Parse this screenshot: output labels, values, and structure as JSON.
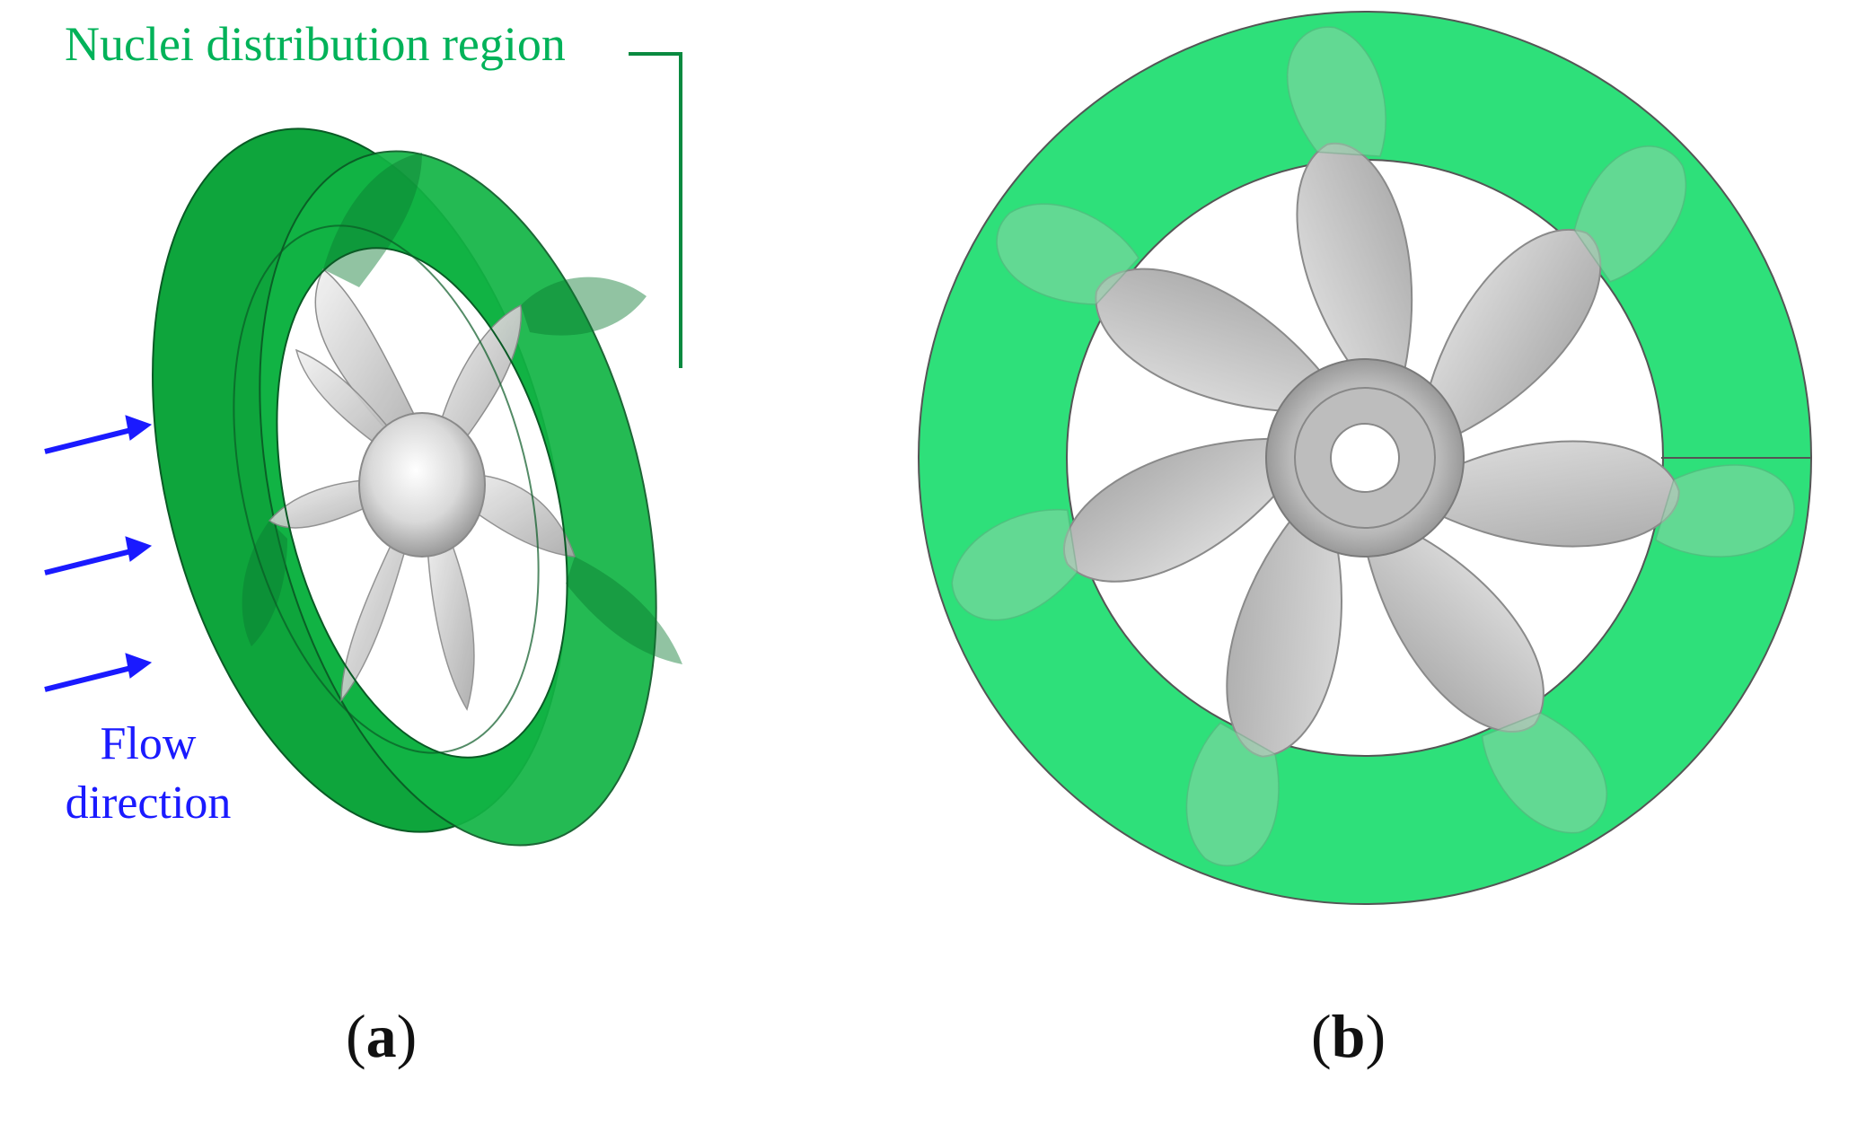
{
  "figure": {
    "annotations": {
      "region_label": "Nuclei distribution region",
      "flow_label": "Flow direction"
    },
    "panels": [
      {
        "id": "a",
        "open": "(",
        "letter": "a",
        "close": ")"
      },
      {
        "id": "b",
        "open": "(",
        "letter": "b",
        "close": ")"
      }
    ],
    "colors": {
      "region_green_dark": "#0ea53c",
      "region_green_light": "#2ee07a",
      "blade_gray": "#c8c8c8",
      "arrow_blue": "#1a1aff",
      "label_green": "#00b259"
    },
    "blade_count": 7
  }
}
